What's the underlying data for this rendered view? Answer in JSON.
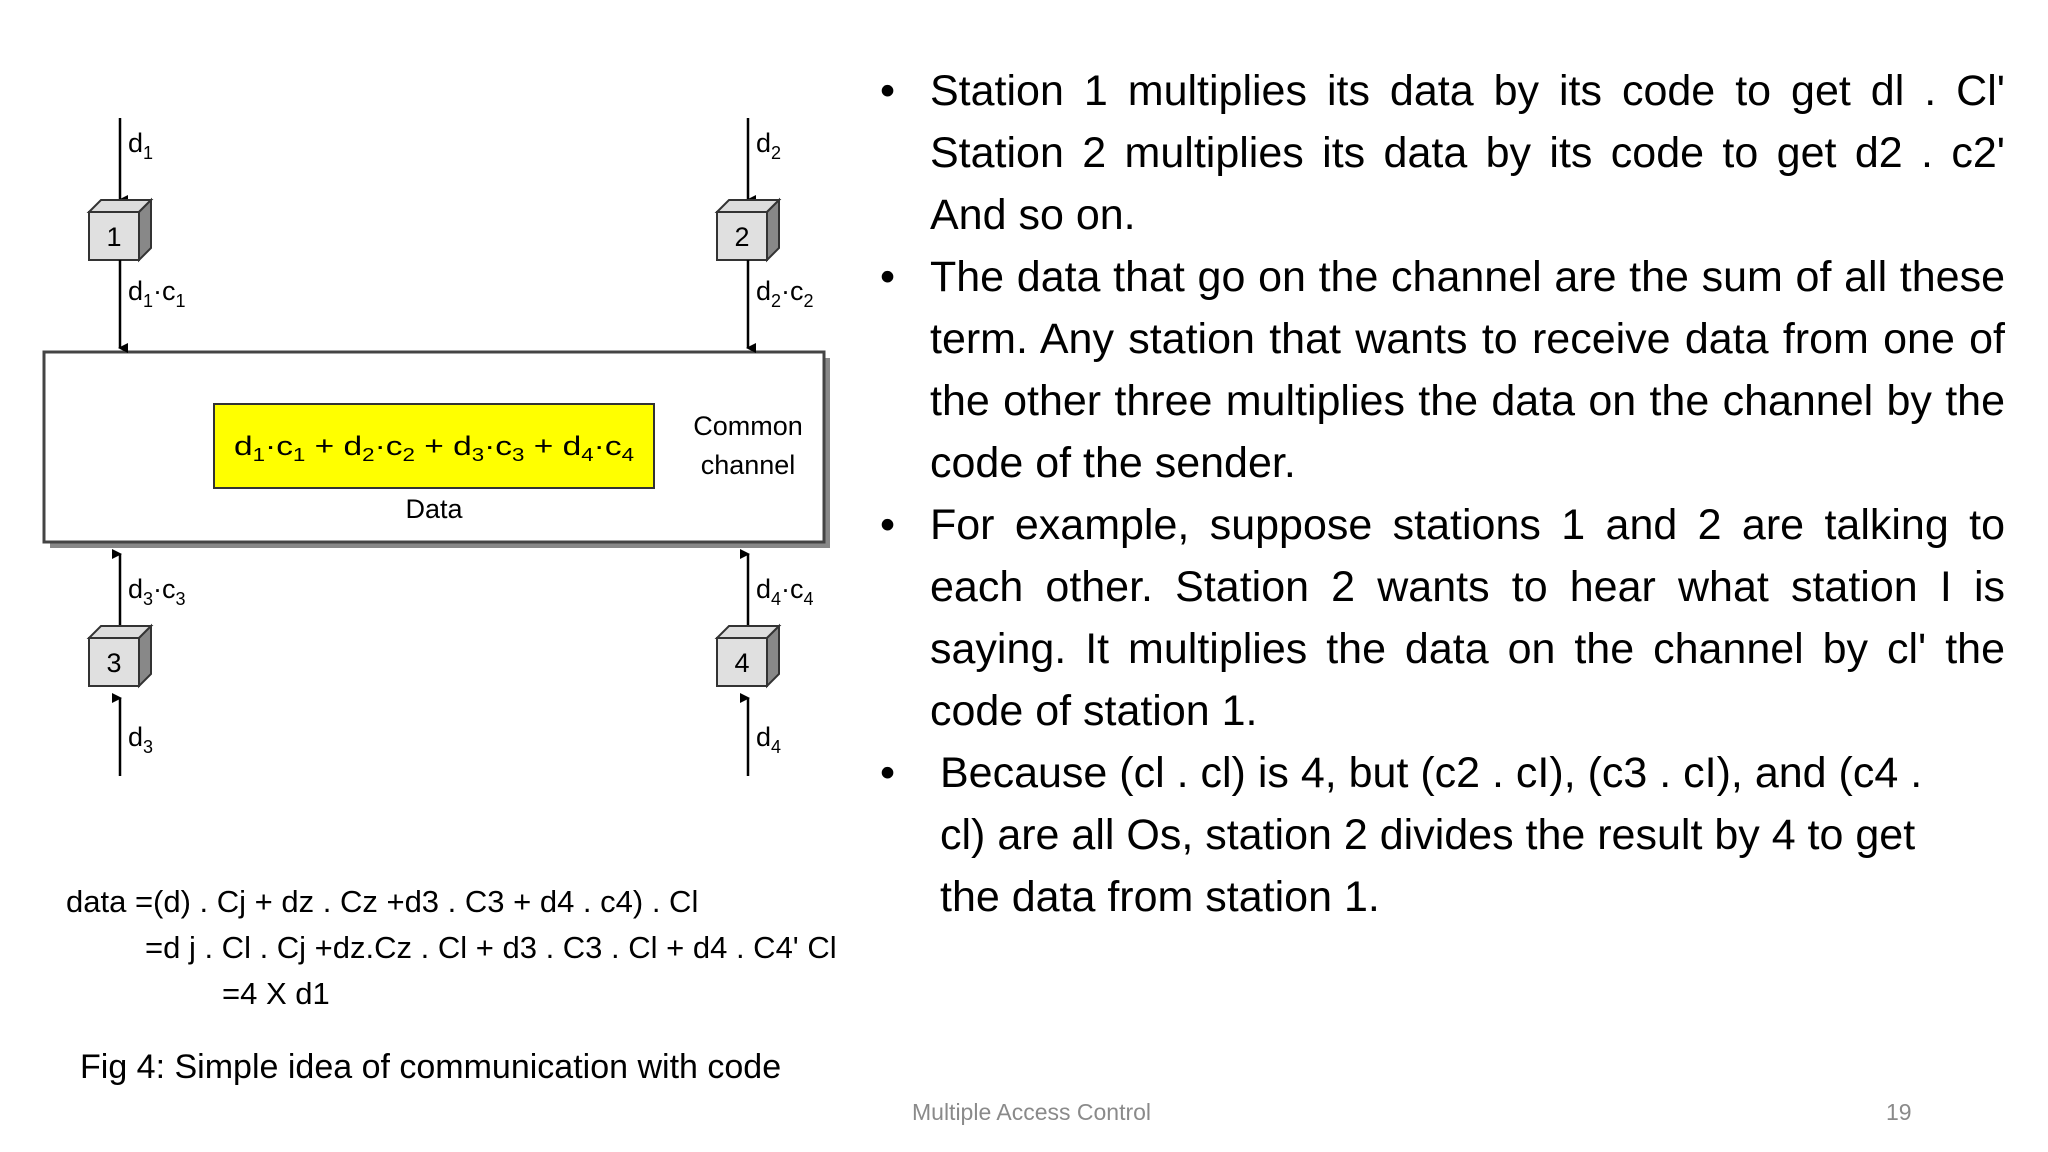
{
  "diagram": {
    "stations": [
      {
        "num": "1",
        "in": "d",
        "in_sub": "1",
        "out_a": "d",
        "out_a_sub": "1",
        "out_b": "c",
        "out_b_sub": "1"
      },
      {
        "num": "2",
        "in": "d",
        "in_sub": "2",
        "out_a": "d",
        "out_a_sub": "2",
        "out_b": "c",
        "out_b_sub": "2"
      },
      {
        "num": "3",
        "in": "d",
        "in_sub": "3",
        "out_a": "d",
        "out_a_sub": "3",
        "out_b": "c",
        "out_b_sub": "3"
      },
      {
        "num": "4",
        "in": "d",
        "in_sub": "4",
        "out_a": "d",
        "out_a_sub": "4",
        "out_b": "c",
        "out_b_sub": "4"
      }
    ],
    "sum_terms": [
      {
        "d": "d",
        "d_sub": "1",
        "c": "c",
        "c_sub": "1"
      },
      {
        "d": "d",
        "d_sub": "2",
        "c": "c",
        "c_sub": "2"
      },
      {
        "d": "d",
        "d_sub": "3",
        "c": "c",
        "c_sub": "3"
      },
      {
        "d": "d",
        "d_sub": "4",
        "c": "c",
        "c_sub": "4"
      }
    ],
    "plus": "+",
    "dot": "·",
    "data_label": "Data",
    "channel_label_line1": "Common",
    "channel_label_line2": "channel",
    "highlight_color": "#ffff00"
  },
  "formula": {
    "line1": "data =(d) . Cj + dz . Cz +d3 . C3 + d4 . c4) . Cl",
    "line2": "=d j . Cl . Cj +dz.Cz . Cl + d3 . C3 . Cl + d4 . C4' Cl",
    "line3": "=4 X d1"
  },
  "caption": "Fig 4: Simple idea of communication with code",
  "bullets": [
    "Station 1 multiplies its data by its code to get dl . Cl' Station 2 multiplies its data by its code to get d2 . c2' And so on.",
    "The  data that go on the channel are the sum of all these term. Any station that wants to receive data from one of the other three multiplies the data on the channel by the code of the sender.",
    " For example, suppose stations 1 and 2 are talking to each other. Station 2 wants to hear what station I is saying. It multiplies the data on the channel by cl' the code of station 1.",
    "Because (cl . cl) is 4, but (c2 . cI), (c3 . cI), and (c4 . cl) are all Os, station 2 divides the result by 4 to get the data from station 1."
  ],
  "footer": {
    "center": "Multiple Access Control",
    "page_number": "19"
  }
}
